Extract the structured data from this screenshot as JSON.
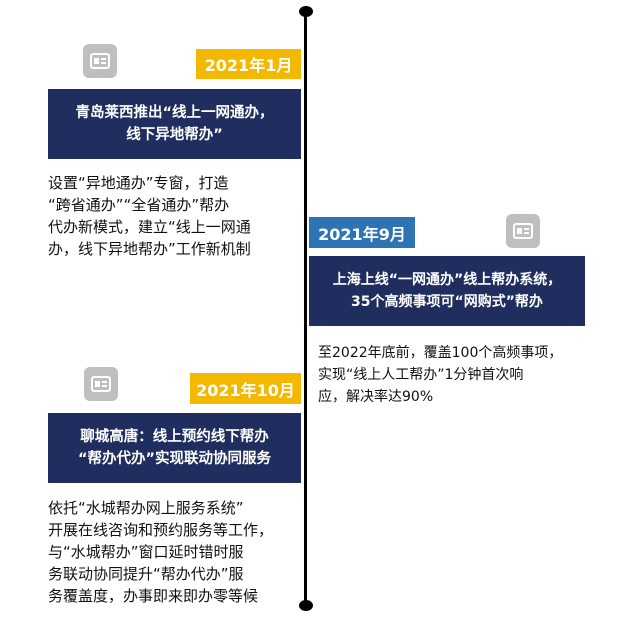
{
  "events": [
    {
      "date": "2021年1月",
      "title": "青岛莱西推出“线上一网通办，\n线下异地帮办”",
      "description": "设置“异地通办”专窗，打造\n“跨省通办”“全省通办”帮办\n代办新模式，建立“线上一网通\n办，线下异地帮办”工作新机制",
      "icon": "id-card-icon"
    },
    {
      "date": "2021年9月",
      "title": "上海上线“一网通办”线上帮办系统，\n35个高频事项可“网购式”帮办",
      "description": "至2022年底前，覆盖100个高频事项，\n实现“线上人工帮办”1分钟首次响\n应，解决率达90%",
      "icon": "id-card-icon"
    },
    {
      "date": "2021年10月",
      "title": "聊城高唐：线上预约线下帮办\n“帮办代办”实现联动协同服务",
      "description": "依托“水城帮办网上服务系统”\n开展在线咨询和预约服务等工作，\n与“水城帮办”窗口延时错时服\n务联动协同提升“帮办代办”服\n务覆盖度，办事即来即办零等候",
      "icon": "id-card-icon"
    }
  ],
  "colors": {
    "navy": "#1f2e5e",
    "gold": "#f5b800",
    "blue": "#2e74b5",
    "icon_gray": "#bfbfbf"
  }
}
